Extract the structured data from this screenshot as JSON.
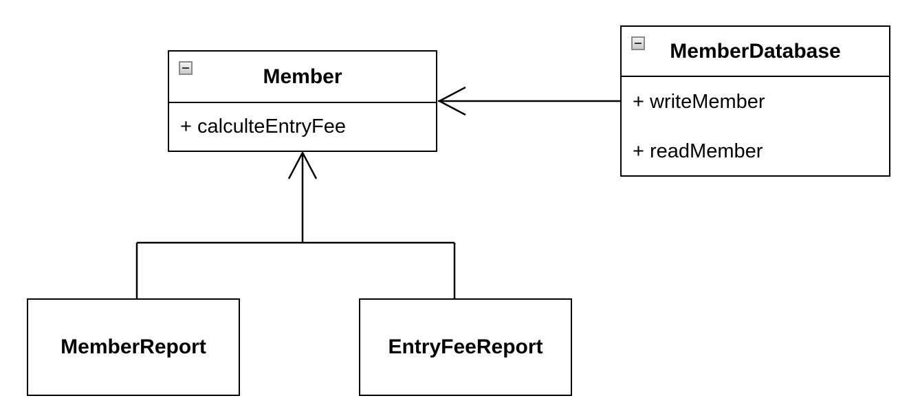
{
  "classes": {
    "member": {
      "name": "Member",
      "operations": [
        "+ calculteEntryFee"
      ]
    },
    "member_database": {
      "name": "MemberDatabase",
      "operations": [
        "+ writeMember",
        "+ readMember"
      ]
    },
    "member_report": {
      "name": "MemberReport"
    },
    "entry_fee_report": {
      "name": "EntryFeeReport"
    }
  },
  "relations": [
    {
      "from": "MemberDatabase",
      "to": "Member",
      "type": "association-arrow"
    },
    {
      "from": "MemberReport",
      "to": "Member",
      "type": "association-arrow"
    },
    {
      "from": "EntryFeeReport",
      "to": "Member",
      "type": "association-arrow"
    }
  ]
}
